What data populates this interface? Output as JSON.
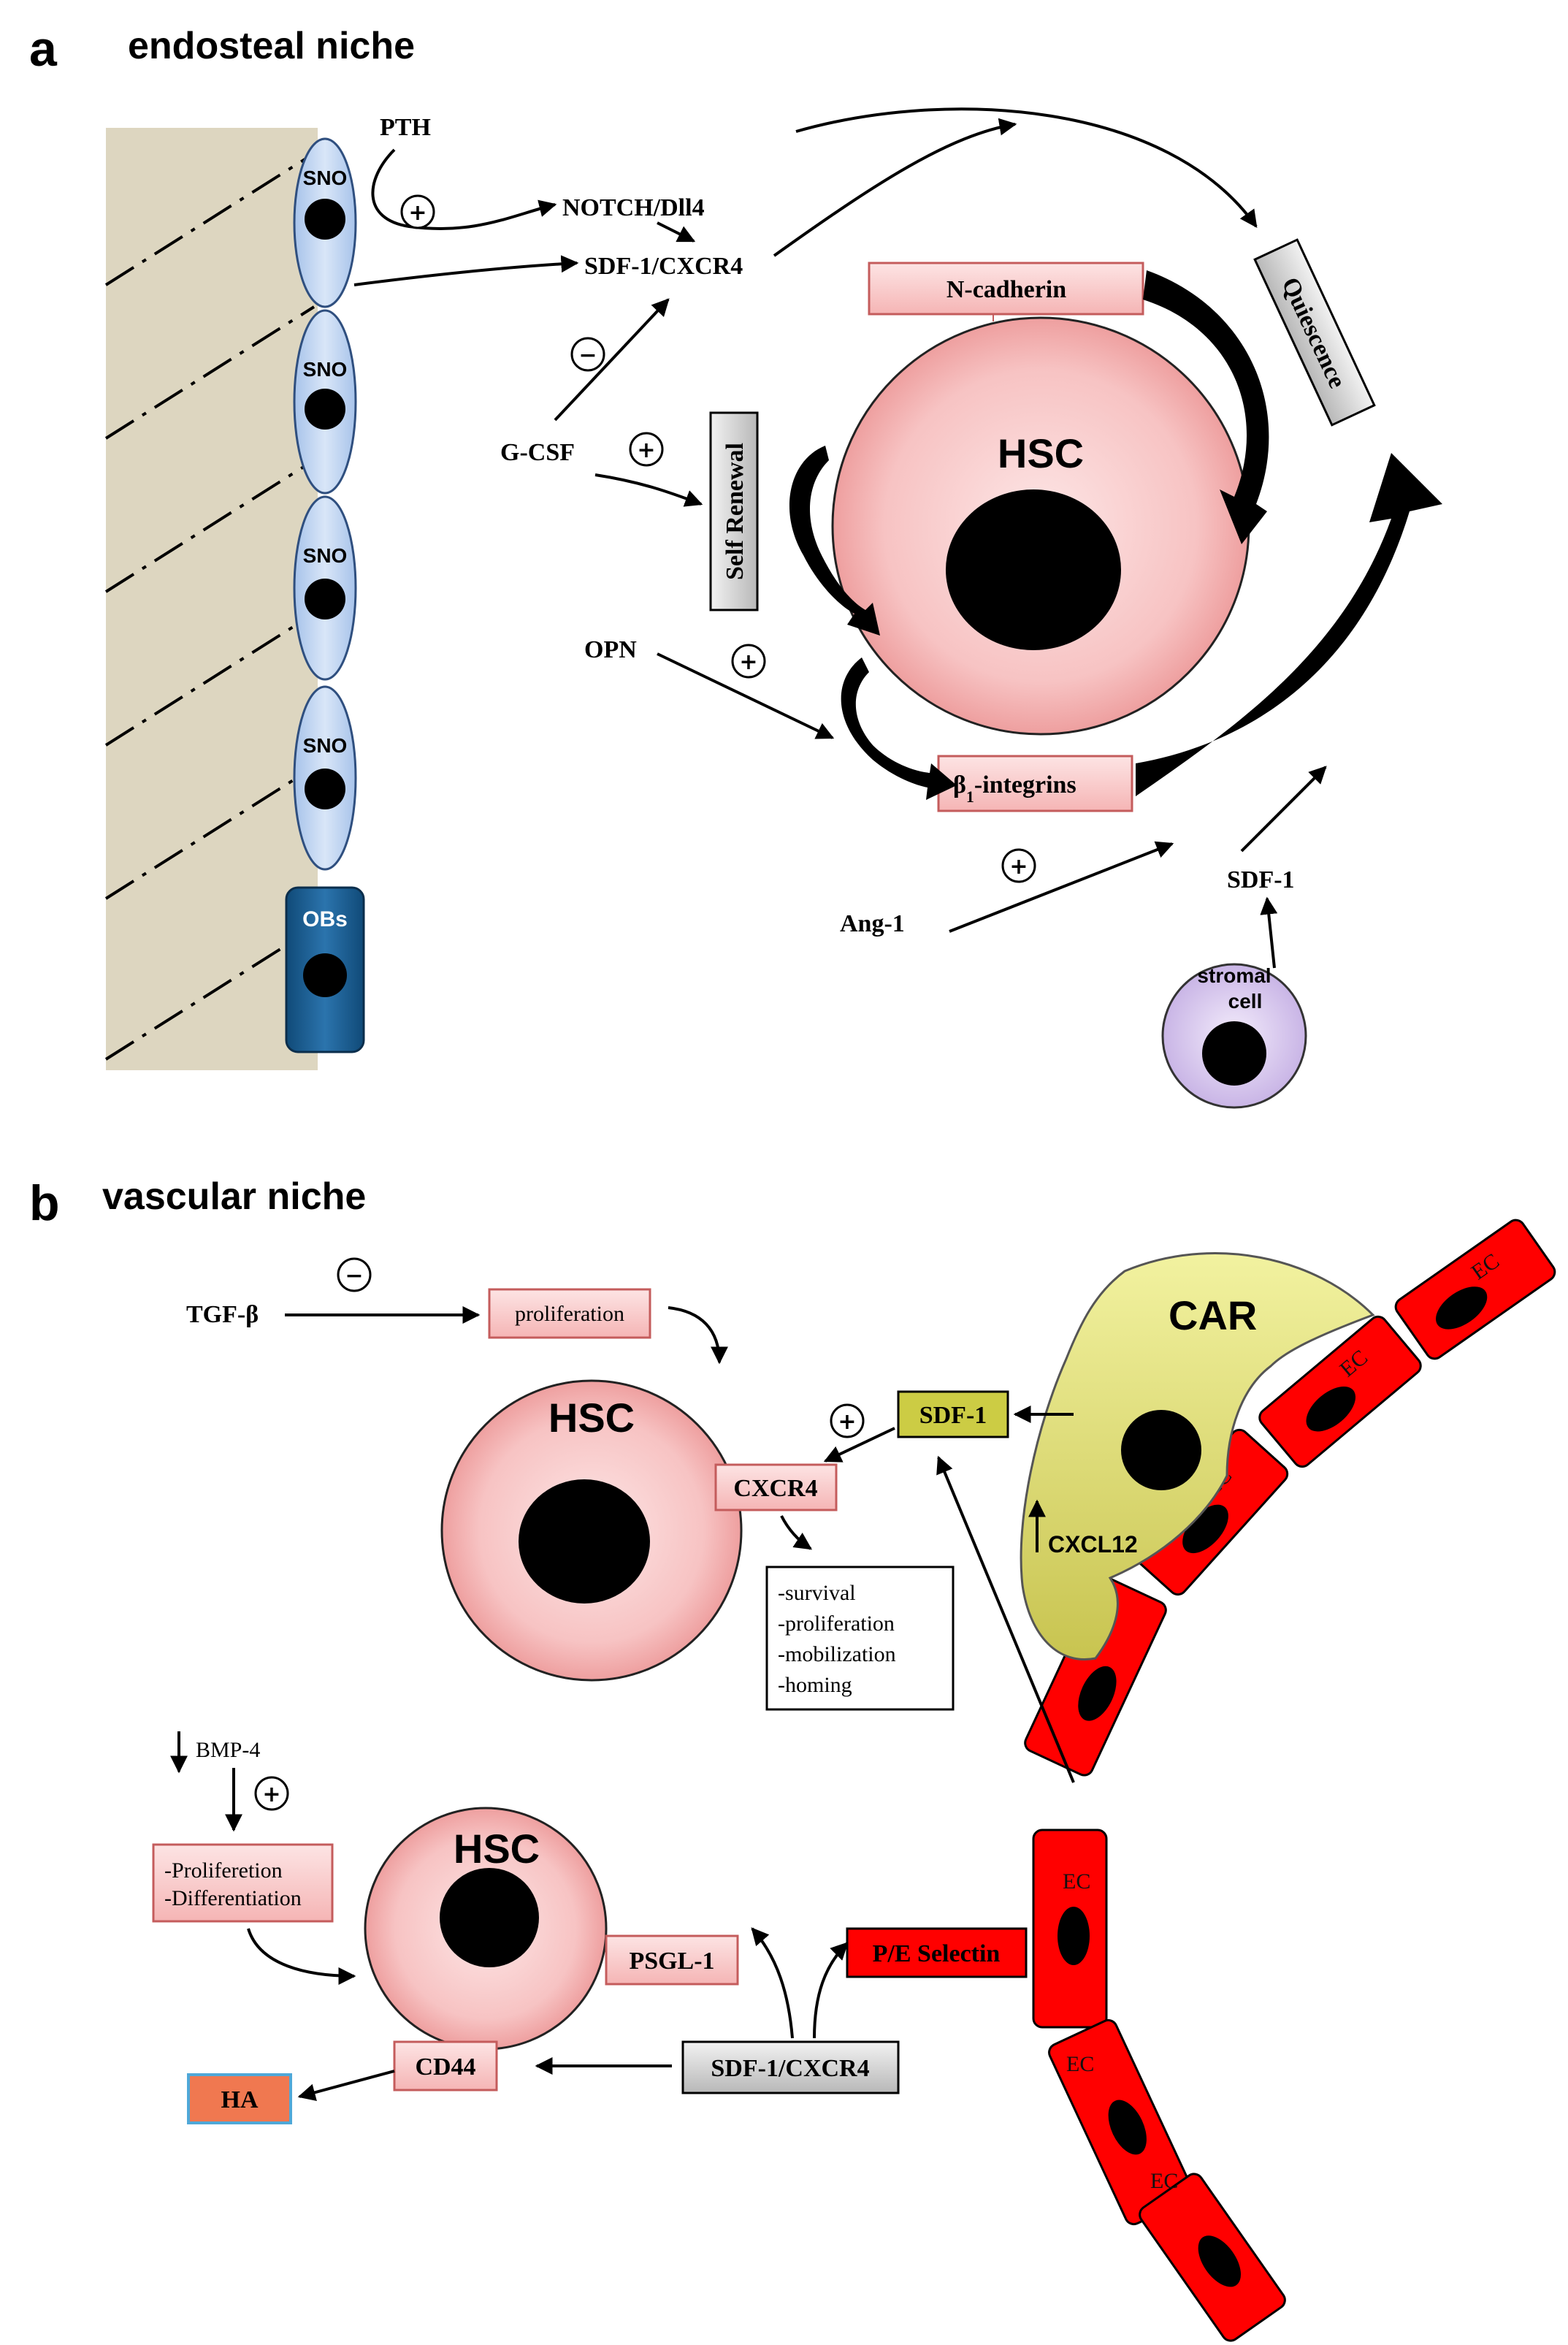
{
  "panel_a": {
    "letter": "a",
    "title": "endosteal niche",
    "sno_label": "SNO",
    "ob_label": "OBs",
    "labels": {
      "pth": "PTH",
      "notch": "NOTCH/Dll4",
      "sdf1_cxcr4": "SDF-1/CXCR4",
      "gcsf": "G-CSF",
      "opn": "OPN",
      "ang1": "Ang-1",
      "sdf1": "SDF-1",
      "hsc": "HSC",
      "n_cadherin": "N-cadherin",
      "beta_integrins": "β",
      "beta_sub": "1",
      "beta_suffix": "-integrins",
      "self_renewal": "Self Renewal",
      "quiescence": "Quiescence",
      "stromal_1": "stromal",
      "stromal_2": "cell"
    },
    "signs": {
      "pth": "+",
      "gcsf_sdf": "−",
      "gcsf_self": "+",
      "opn": "+",
      "ang1": "+"
    }
  },
  "panel_b": {
    "letter": "b",
    "title": "vascular niche",
    "labels": {
      "tgfb": "TGF-β",
      "proliferation": "proliferation",
      "hsc_top": "HSC",
      "cxcr4": "CXCR4",
      "sdf1": "SDF-1",
      "car": "CAR",
      "cxcl12": "CXCL12",
      "effects": [
        "-survival",
        "-proliferation",
        "-mobilization",
        "-homing"
      ],
      "bmp4": "BMP-4",
      "prolif_diff": [
        "-Proliferetion",
        "-Differentiation"
      ],
      "hsc_bottom": "HSC",
      "psgl1": "PSGL-1",
      "pe_selectin": "P/E Selectin",
      "cd44": "CD44",
      "ha": "HA",
      "sdf1_cxcr4": "SDF-1/CXCR4",
      "ec": "EC"
    },
    "signs": {
      "tgfb": "−",
      "sdf1": "+",
      "bmp4": "+"
    }
  }
}
